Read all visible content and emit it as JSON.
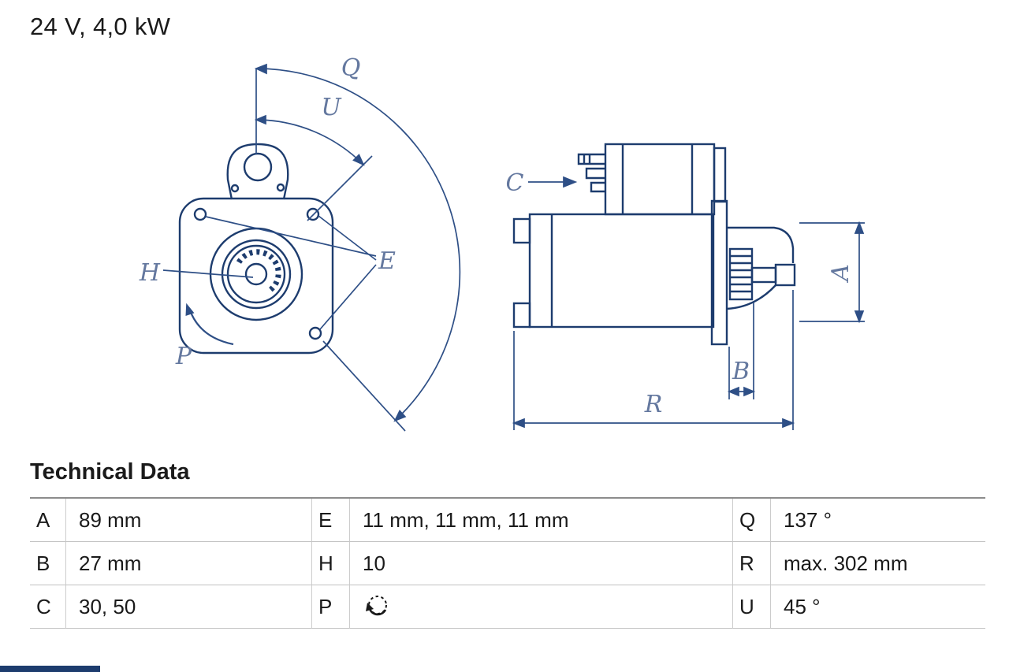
{
  "title": "24 V, 4,0 kW",
  "section_title": "Technical Data",
  "colors": {
    "drawing_stroke": "#1d3c6e",
    "dimension_stroke": "#2e4f86",
    "dimension_label": "#64789f",
    "table_border": "#c2c2c2",
    "text": "#1a1a1a"
  },
  "diagram": {
    "labels": {
      "Q": "Q",
      "U": "U",
      "H": "H",
      "E": "E",
      "P": "P",
      "C": "C",
      "A": "A",
      "B": "B",
      "R": "R"
    }
  },
  "table": {
    "rows": [
      [
        {
          "key": "A",
          "value": "89 mm"
        },
        {
          "key": "E",
          "value": "11 mm, 11 mm, 11 mm"
        },
        {
          "key": "Q",
          "value": "137 °"
        }
      ],
      [
        {
          "key": "B",
          "value": "27 mm"
        },
        {
          "key": "H",
          "value": "10"
        },
        {
          "key": "R",
          "value": "max. 302 mm"
        }
      ],
      [
        {
          "key": "C",
          "value": "30, 50"
        },
        {
          "key": "P",
          "value": "",
          "icon": "rotation-ccw-icon"
        },
        {
          "key": "U",
          "value": "45 °"
        }
      ]
    ]
  }
}
